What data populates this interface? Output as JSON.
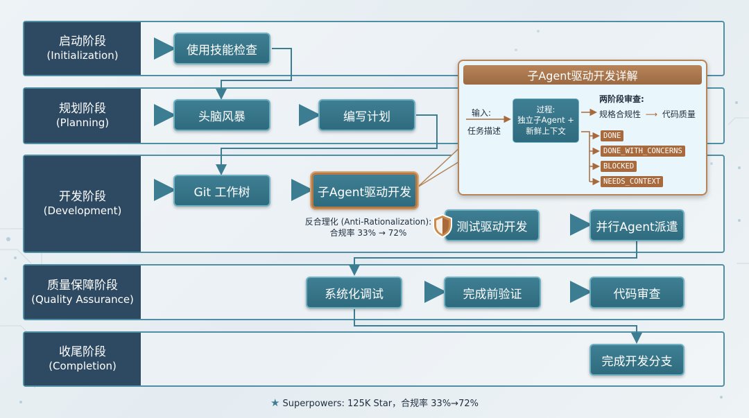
{
  "phases": [
    {
      "zh": "启动阶段",
      "en": "(Initialization)"
    },
    {
      "zh": "规划阶段",
      "en": "(Planning)"
    },
    {
      "zh": "开发阶段",
      "en": "(Development)"
    },
    {
      "zh": "质量保障阶段",
      "en": "(Quality Assurance)"
    },
    {
      "zh": "收尾阶段",
      "en": "(Completion)"
    }
  ],
  "nodes": {
    "skill_check": "使用技能检查",
    "brainstorm": "头脑风暴",
    "write_plan": "编写计划",
    "git_worktree": "Git 工作树",
    "subagent_dev": "子Agent驱动开发",
    "tdd": "测试驱动开发",
    "parallel_dispatch": "并行Agent派遣",
    "systematic_debug": "系统化调试",
    "pre_verify": "完成前验证",
    "code_review": "代码审查",
    "finish_branch": "完成开发分支"
  },
  "anti_rationalization": {
    "line1": "反合理化 (Anti-Rationalization):",
    "line2": "合规率 33% → 72%"
  },
  "detail_panel": {
    "title": "子Agent驱动开发详解",
    "input_label": "输入:",
    "input_value": "任务描述",
    "process_line1": "过程:",
    "process_line2": "独立子Agent +",
    "process_line3": "新鲜上下文",
    "review_title": "两阶段审查:",
    "review_step1": "规格合规性",
    "review_arrow": "⟶",
    "review_step2": "代码质量",
    "statuses": [
      "DONE",
      "DONE_WITH_CONCERNS",
      "BLOCKED",
      "NEEDS_CONTEXT"
    ]
  },
  "footer": {
    "text": "Superpowers: 125K Star，合规率 33%→72%"
  },
  "colors": {
    "phase_label_bg": "#2e4a62",
    "node_bg": "#2f6b7f",
    "row_border": "#4e8fa3",
    "accent_brown": "#a86a3c"
  }
}
